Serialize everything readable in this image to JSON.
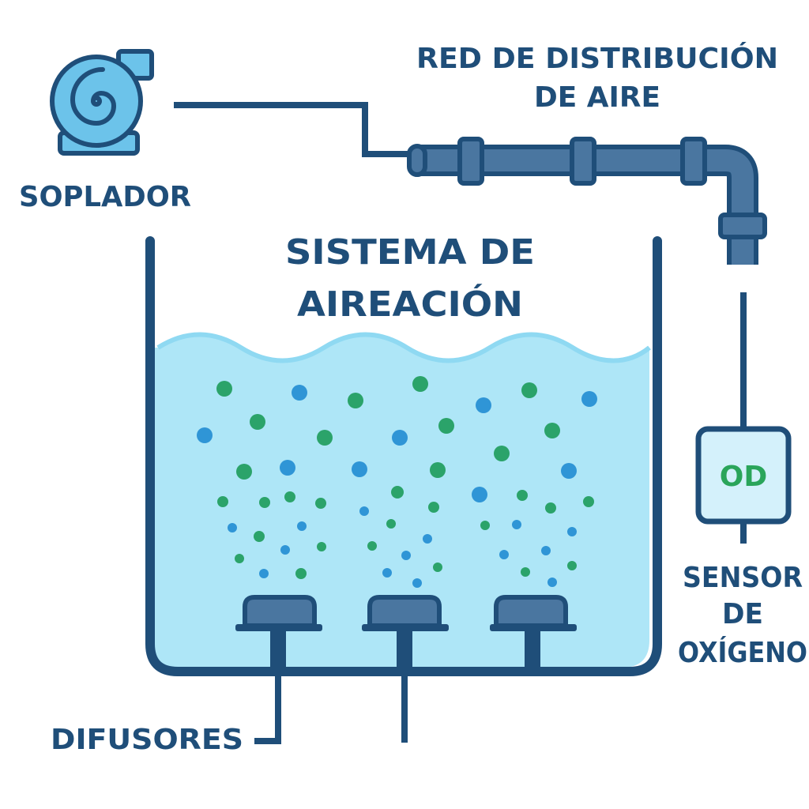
{
  "labels": {
    "blower": "SOPLADOR",
    "network_line1": "RED DE DISTRIBUCIÓN",
    "network_line2": "DE AIRE",
    "system_line1": "SISTEMA DE",
    "system_line2": "AIREACIÓN",
    "od": "OD",
    "sensor_line1": "SENSOR",
    "sensor_line2": "DE",
    "sensor_line3": "OXÍGENO",
    "diffusers": "DIFUSORES"
  },
  "icons": {
    "blower": "blower-icon",
    "pipe": "air-pipe",
    "sensor": "oxygen-sensor-icon",
    "diffuser": "diffuser-icon",
    "bubble": "bubble-icon"
  },
  "colors": {
    "outline": "#1f4e79",
    "pipe": "#4a76a0",
    "water": "#aee6f7",
    "water_surface": "#8fd9f2",
    "blower_fill": "#6cc3ea",
    "bubble_green": "#2ba36a",
    "bubble_blue": "#2f95d6",
    "sensor_fill": "#d4f1fb",
    "od_text": "#2aa55a"
  }
}
